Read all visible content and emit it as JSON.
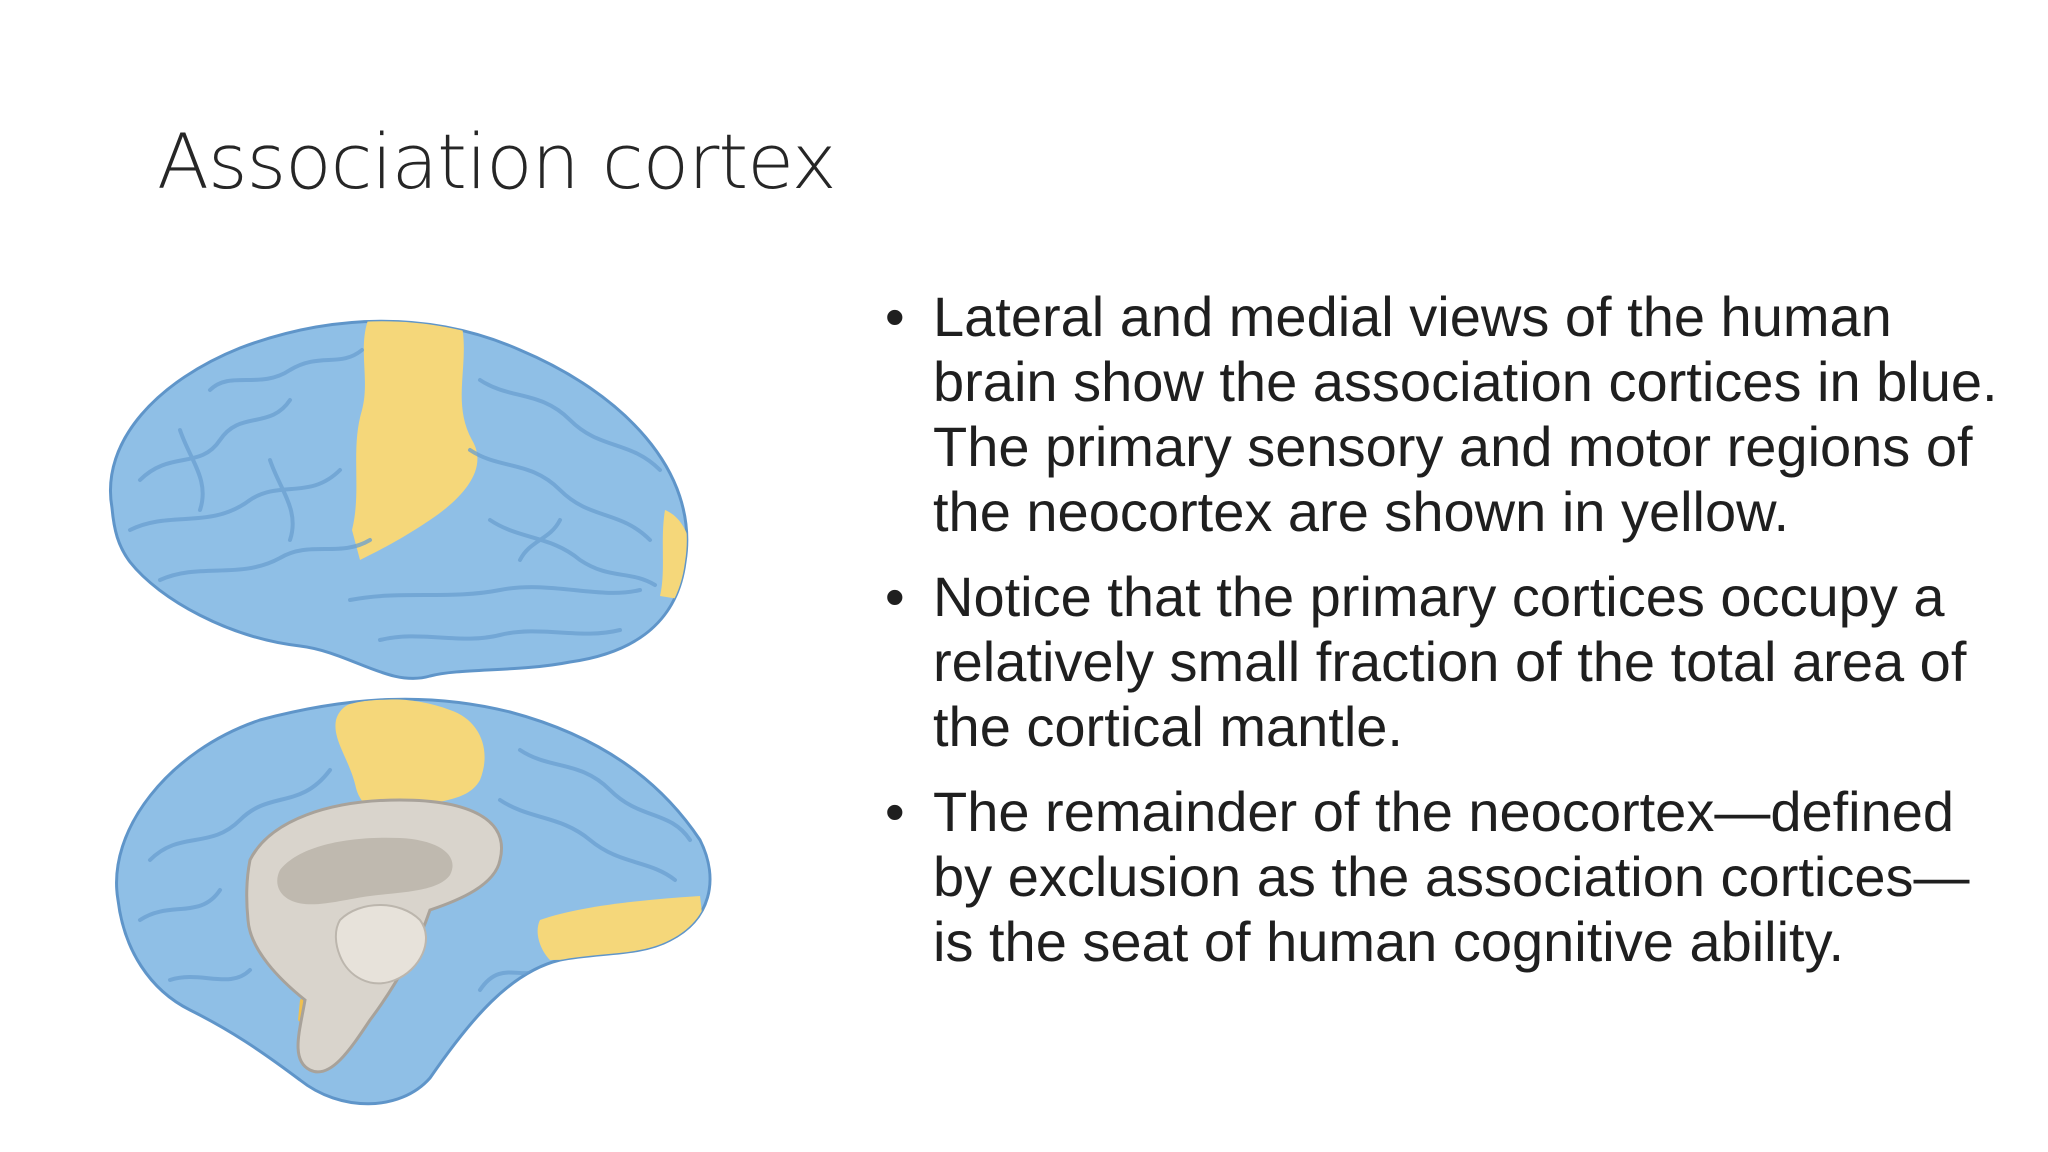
{
  "slide": {
    "title": "Association cortex",
    "bullets": [
      "Lateral and medial views of the human brain show the association cortices in blue. The primary sensory and motor regions of the neocortex are shown in yellow.",
      "Notice that the primary cortices occupy a relatively small fraction of the total area of the cortical mantle.",
      "The remainder of the neocortex—defined by exclusion as the association cortices—is the seat of human cognitive ability."
    ],
    "bullet_glyph": "•"
  },
  "figure": {
    "association_color": "#8fbfe6",
    "primary_color": "#f5d77a",
    "outline_color": "#5f95c9",
    "midline_color": "#d9d4cc"
  }
}
